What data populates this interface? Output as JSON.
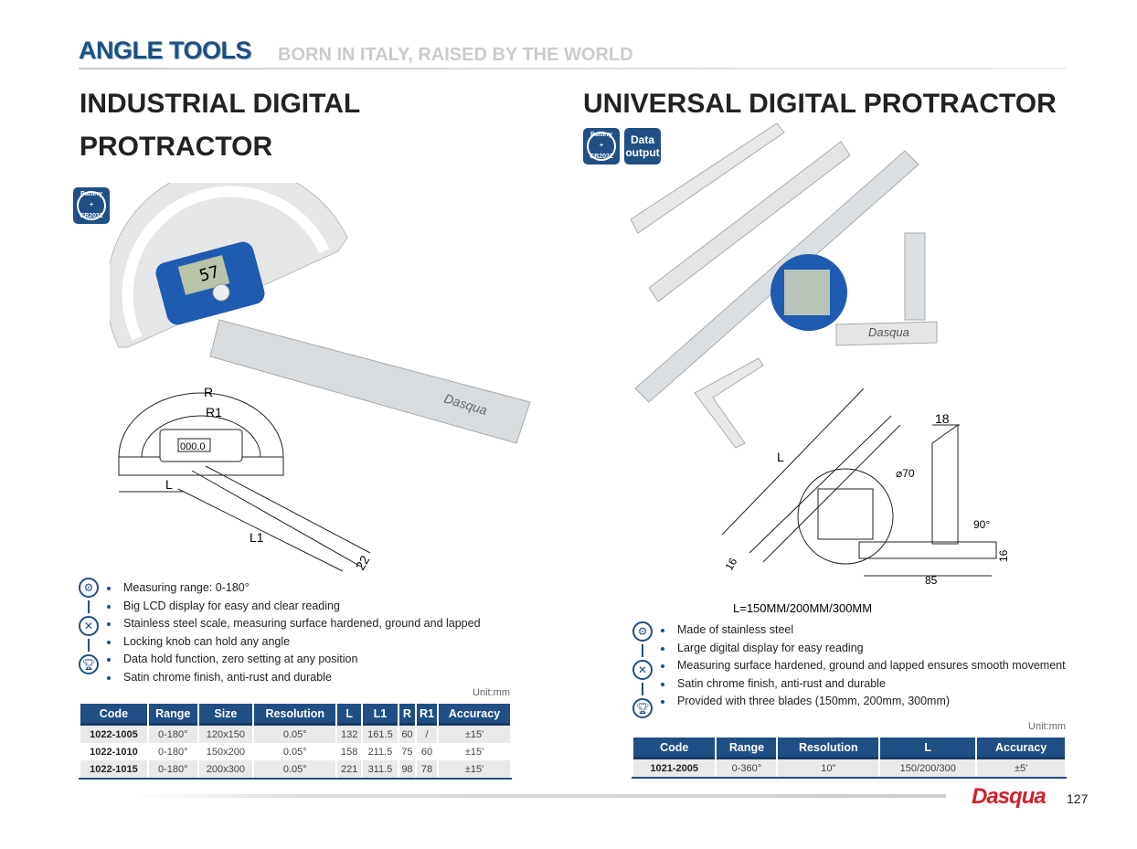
{
  "header": {
    "section": "ANGLE TOOLS",
    "tagline": "BORN IN ITALY, RAISED BY THE WORLD"
  },
  "left": {
    "title_line1": "INDUSTRIAL DIGITAL",
    "title_line2": "PROTRACTOR",
    "badges": [
      {
        "icon": "battery-icon",
        "text": "Battery",
        "sub": "CR2032"
      }
    ],
    "product_brand": "Dasqua",
    "display_reading": "57",
    "diagram": {
      "R": "R",
      "R1": "R1",
      "L": "L",
      "L1": "L1",
      "width": "22",
      "lcd": "000.0"
    },
    "features": [
      "Measuring range: 0-180°",
      "Big LCD display for easy and clear reading",
      "Stainless steel scale, measuring surface hardened, ground and lapped",
      "Locking knob can hold any angle",
      "Data hold function, zero setting at any position",
      "Satin chrome finish, anti-rust and durable"
    ],
    "unit": "Unit:mm",
    "table": {
      "headers": [
        "Code",
        "Range",
        "Size",
        "Resolution",
        "L",
        "L1",
        "R",
        "R1",
        "Accuracy"
      ],
      "rows": [
        [
          "1022-1005",
          "0-180°",
          "120x150",
          "0.05°",
          "132",
          "161.5",
          "60",
          "/",
          "±15'"
        ],
        [
          "1022-1010",
          "0-180°",
          "150x200",
          "0.05°",
          "158",
          "211.5",
          "75",
          "60",
          "±15'"
        ],
        [
          "1022-1015",
          "0-180°",
          "200x300",
          "0.05°",
          "221",
          "311.5",
          "98",
          "78",
          "±15'"
        ]
      ]
    }
  },
  "right": {
    "title": "UNIVERSAL DIGITAL PROTRACTOR",
    "badges": [
      {
        "icon": "battery-icon",
        "text": "Battery",
        "sub": "CR2032"
      },
      {
        "icon": "data-output",
        "text": "Data output"
      }
    ],
    "product_brand": "Dasqua",
    "diagram": {
      "L": "L",
      "top": "18",
      "dia": "⌀70",
      "angle": "90°",
      "base": "85",
      "h": "16",
      "w": "16",
      "caption": "L=150MM/200MM/300MM"
    },
    "features": [
      "Made of stainless steel",
      "Large digital display for easy reading",
      "Measuring surface hardened, ground and lapped ensures smooth movement",
      "Satin chrome finish, anti-rust and durable",
      "Provided with three blades (150mm, 200mm, 300mm)"
    ],
    "unit": "Unit:mm",
    "table": {
      "headers": [
        "Code",
        "Range",
        "Resolution",
        "L",
        "Accuracy"
      ],
      "rows": [
        [
          "1021-2005",
          "0-360°",
          "10\"",
          "150/200/300",
          "±5'"
        ]
      ]
    }
  },
  "footer": {
    "brand": "Dasqua",
    "page": "127"
  },
  "colors": {
    "brand_blue": "#1f4f85",
    "logo_red": "#d0202a"
  }
}
